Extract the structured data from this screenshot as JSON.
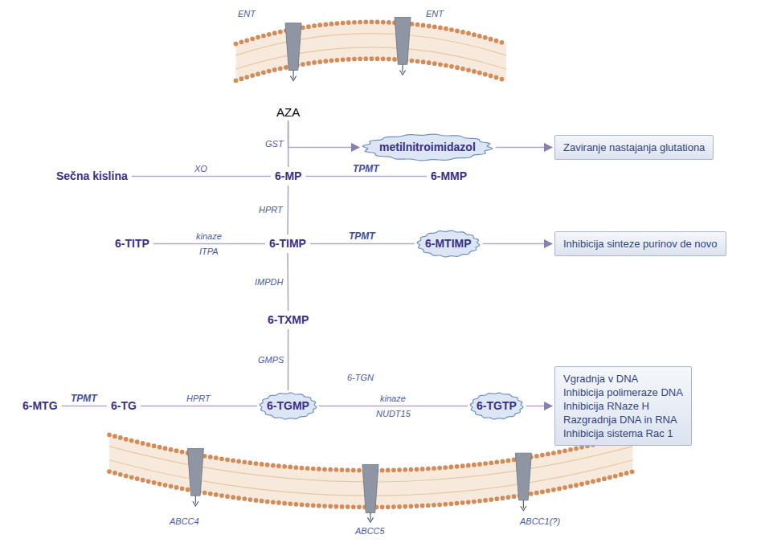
{
  "diagram": {
    "nodes": [
      {
        "text": [
          "AZA"
        ]
      },
      {
        "text": [
          "metilnitroimidazol"
        ]
      },
      {
        "text": [
          "Zaviranje nastajanja glutationa"
        ]
      },
      {
        "text": [
          "Sečna kislina"
        ]
      },
      {
        "text": [
          "6-MP"
        ]
      },
      {
        "text": [
          "6-MMP"
        ]
      },
      {
        "text": [
          "6-TITP"
        ]
      },
      {
        "text": [
          "6-TIMP"
        ]
      },
      {
        "text": [
          "6-MTIMP"
        ]
      },
      {
        "text": [
          "Inhibicija sinteze purinov de novo"
        ]
      },
      {
        "text": [
          "6-TXMP"
        ]
      },
      {
        "text": [
          "6-MTG"
        ]
      },
      {
        "text": [
          "6-TG"
        ]
      },
      {
        "text": [
          "6-TGMP"
        ]
      },
      {
        "text": [
          "6-TGTP"
        ]
      },
      {
        "text": [
          "Vgradnja v DNA",
          "Inhibicija polimeraze DNA",
          "Inhibicija RNaze H",
          "Razgradnja DNA in RNA",
          "Inhibicija sistema Rac 1"
        ]
      }
    ],
    "edges": [
      {
        "from": 0,
        "to": 4,
        "label": "GST",
        "arrow": "none"
      },
      {
        "from": 0,
        "to": 1,
        "arrow": "to"
      },
      {
        "from": 1,
        "to": 2,
        "arrow": "to"
      },
      {
        "from": 4,
        "to": 3,
        "label": "XO",
        "arrow": "none"
      },
      {
        "from": 4,
        "to": 5,
        "label": "TPMT",
        "arrow": "none"
      },
      {
        "from": 4,
        "to": 7,
        "label": "HPRT",
        "arrow": "none"
      },
      {
        "from": 7,
        "to": 6,
        "label": "kinaze",
        "arrow": "none"
      },
      {
        "from": 7,
        "to": 8,
        "label": "TPMT",
        "arrow": "none"
      },
      {
        "from": 8,
        "to": 9,
        "arrow": "to"
      },
      {
        "from": 7,
        "to": 10,
        "label": "IMPDH",
        "arrow": "none"
      },
      {
        "from": 10,
        "to": 13,
        "label": "GMPS",
        "arrow": "none"
      },
      {
        "from": 12,
        "to": 11,
        "label": "TPMT",
        "arrow": "none"
      },
      {
        "from": 12,
        "to": 13,
        "label": "HPRT",
        "arrow": "none"
      },
      {
        "from": 13,
        "to": 14,
        "label": "kinaze",
        "arrow": "none"
      },
      {
        "from": 14,
        "to": 15,
        "arrow": "to"
      }
    ],
    "labels": [
      "ENT",
      "ENT",
      "ITPA",
      "6-TGN",
      "NUDT15",
      "ABCC4",
      "ABCC5",
      "ABCC1(?)"
    ]
  }
}
